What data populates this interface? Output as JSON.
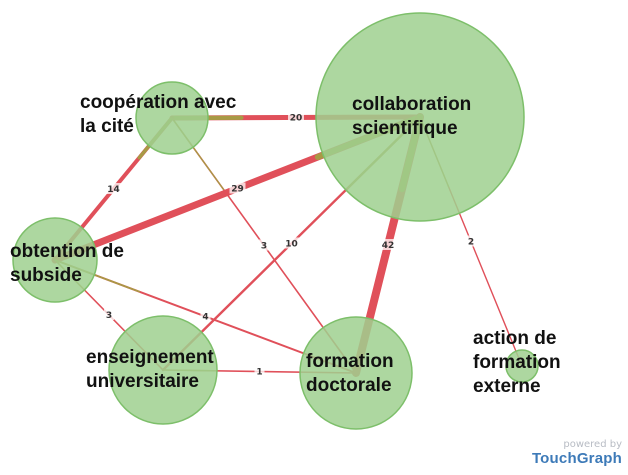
{
  "colors": {
    "node_fill": "#9fd08f",
    "node_stroke": "#7dbf6a",
    "edge_red": "#e0505a",
    "edge_olive": "#a89a45"
  },
  "nodes": [
    {
      "id": "coop",
      "lines": [
        "coopération avec",
        "la cité"
      ]
    },
    {
      "id": "collab",
      "lines": [
        "collaboration",
        "scientifique"
      ]
    },
    {
      "id": "subside",
      "lines": [
        "obtention de",
        "subside"
      ]
    },
    {
      "id": "enseign",
      "lines": [
        "enseignement",
        "universitaire"
      ]
    },
    {
      "id": "doct",
      "lines": [
        "formation",
        "doctorale"
      ]
    },
    {
      "id": "action",
      "lines": [
        "action de",
        "formation",
        "externe"
      ]
    }
  ],
  "edges": [
    {
      "from": "coop",
      "to": "collab",
      "label": "20",
      "color": "red"
    },
    {
      "from": "coop",
      "to": "subside",
      "label": "14",
      "color": "red"
    },
    {
      "from": "collab",
      "to": "subside",
      "label": "29",
      "color": "red"
    },
    {
      "from": "collab",
      "to": "doct",
      "label": "42",
      "color": "red"
    },
    {
      "from": "coop",
      "to": "doct",
      "label": "3",
      "color": "red"
    },
    {
      "from": "collab",
      "to": "enseign",
      "label": "10",
      "color": "red"
    },
    {
      "from": "collab",
      "to": "action",
      "label": "2",
      "color": "red"
    },
    {
      "from": "subside",
      "to": "enseign",
      "label": "3",
      "color": "red"
    },
    {
      "from": "subside",
      "to": "doct",
      "label": "4",
      "color": "red"
    },
    {
      "from": "enseign",
      "to": "doct",
      "label": "1",
      "color": "red"
    }
  ],
  "branding": {
    "powered_by": "powered by",
    "name": "TouchGraph"
  }
}
